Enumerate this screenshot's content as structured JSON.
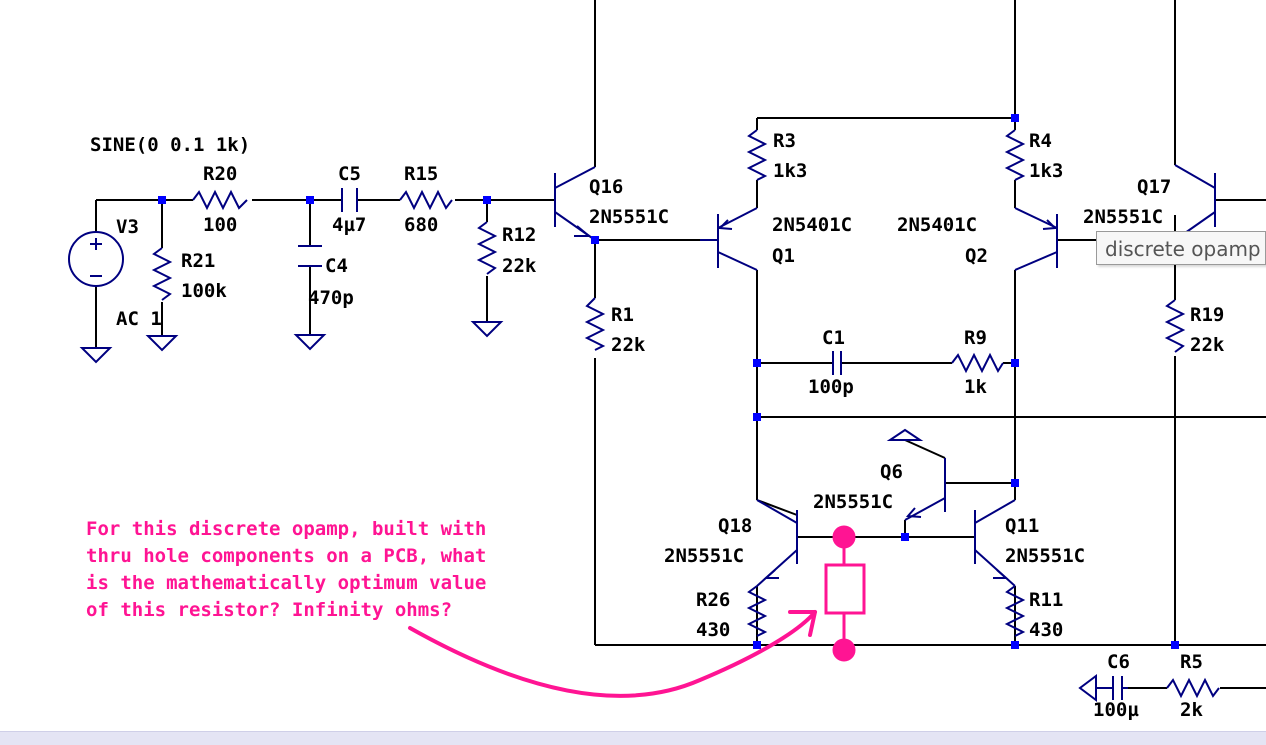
{
  "directive": "SINE(0 0.1 1k)",
  "components": [
    {
      "ref": "V3",
      "value": "AC 1"
    },
    {
      "ref": "R20",
      "value": "100"
    },
    {
      "ref": "R21",
      "value": "100k"
    },
    {
      "ref": "C5",
      "value": "4µ7"
    },
    {
      "ref": "C4",
      "value": "470p"
    },
    {
      "ref": "R15",
      "value": "680"
    },
    {
      "ref": "R12",
      "value": "22k"
    },
    {
      "ref": "Q16",
      "value": "2N5551C"
    },
    {
      "ref": "R1",
      "value": "22k"
    },
    {
      "ref": "R3",
      "value": "1k3"
    },
    {
      "ref": "R4",
      "value": "1k3"
    },
    {
      "ref": "Q1",
      "value": "2N5401C"
    },
    {
      "ref": "Q2",
      "value": "2N5401C"
    },
    {
      "ref": "Q17",
      "value": "2N5551C"
    },
    {
      "ref": "R19",
      "value": "22k"
    },
    {
      "ref": "C1",
      "value": "100p"
    },
    {
      "ref": "R9",
      "value": "1k"
    },
    {
      "ref": "Q6",
      "value": "2N5551C"
    },
    {
      "ref": "Q18",
      "value": "2N5551C"
    },
    {
      "ref": "Q11",
      "value": "2N5551C"
    },
    {
      "ref": "R26",
      "value": "430"
    },
    {
      "ref": "R11",
      "value": "430"
    },
    {
      "ref": "C6",
      "value": "100µ"
    },
    {
      "ref": "R5",
      "value": "2k"
    }
  ],
  "tooltip": "discrete opamp",
  "annotation": "For this discrete opamp, built with\nthru hole components on a PCB, what\nis the mathematically optimum value\nof this resistor? Infinity ohms?",
  "colors": {
    "wire": "#000000",
    "component": "#000080",
    "junction": "#0000ff",
    "annotation": "#ff1493",
    "background": "#ffffff"
  }
}
